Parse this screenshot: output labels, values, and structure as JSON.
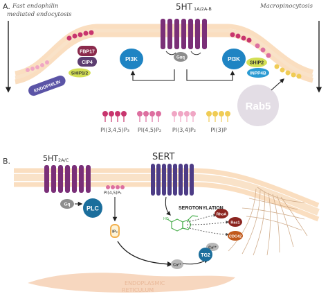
{
  "panel_a": {
    "label": "A.",
    "fast_endo": "Fast endophilin",
    "mediated_endo": "mediated endocytosis",
    "macro": "Macropinocytosis",
    "receptor": "5HT",
    "receptor_sub": "1A/2A-B",
    "fbp17": "FBP17",
    "cip4": "CIP4",
    "ship12": "SHIP1/2",
    "endophilin": "ENDOPHILIN",
    "pi3k_left": "PI3K",
    "pi3k_right": "PI3K",
    "gaq": "Gαq",
    "ship2": "SHIP2",
    "inpp4b": "INPP4B",
    "rab5": "Rab5",
    "legend": [
      {
        "label": "PI(3,4,5)P₃",
        "color": "#c8356e"
      },
      {
        "label": "PI(4,5)P₂",
        "color": "#dd6fa0"
      },
      {
        "label": "PI(3,4)P₂",
        "color": "#f0a6c4"
      },
      {
        "label": "PI(3)P",
        "color": "#f0cc55"
      }
    ]
  },
  "panel_b": {
    "label": "B.",
    "receptor": "5HT",
    "receptor_sub": "2A/C",
    "gq": "Gq",
    "plc": "PLC",
    "pip2": "PI(4,5)P₂",
    "ip3": "IP₃",
    "sert": "SERT",
    "serotonylation": "SEROTONYLATION",
    "rhoa": "RhoA",
    "rac1": "Rac1",
    "cdc42": "CDC42",
    "tg2": "TG2",
    "ca_upper": "Ca²⁺",
    "ca_lower": "Ca²⁺",
    "er1": "ENDOPLASMIC",
    "er2": "RETICULUM"
  },
  "colors": {
    "membrane": "#f6c38c",
    "receptor": "#7a2f78",
    "sert": "#4d3c86",
    "pi3k": "#1f84c3",
    "plc": "#1b6e9c",
    "endophilin": "#5b54a6",
    "ship": "#d3df54",
    "rab5": "#e3dde5",
    "rho": "#8b2520",
    "er": "#f7d7bf"
  }
}
